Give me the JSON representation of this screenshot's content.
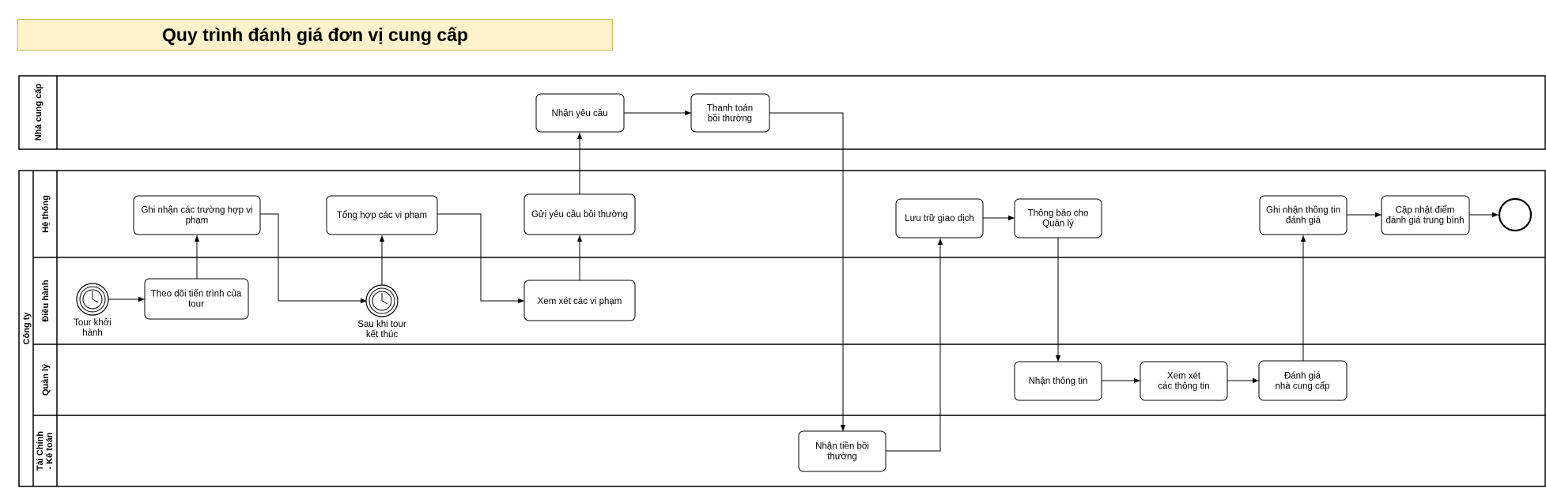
{
  "title": "Quy trình đánh giá đơn vị cung cấp",
  "pools": {
    "supplier": {
      "label": "Nhà cung cấp"
    },
    "company": {
      "label": "Công ty"
    }
  },
  "lanes": {
    "system": "Hệ thống",
    "operation": "Điều hành",
    "manager": "Quản lý",
    "finance": "Tài Chính - Kế toán"
  },
  "nodes": {
    "receive_request": [
      "Nhận yêu cầu"
    ],
    "pay_compensation": [
      "Thanh toán",
      "bồi thường"
    ],
    "record_violations": [
      "Ghi nhận các trường hợp vi",
      "phạm"
    ],
    "summarize_violations": [
      "Tổng hợp các vi phạm"
    ],
    "send_request": [
      "Gửi yêu cầu bồi thường"
    ],
    "store_transaction": [
      "Lưu trữ giao dịch"
    ],
    "notify_manager": [
      "Thông báo cho",
      "Quản lý"
    ],
    "record_rating": [
      "Ghi nhận thông tin",
      "đánh giá"
    ],
    "update_score": [
      "Cập nhật điểm",
      "đánh giá trung bình"
    ],
    "track_progress": [
      "Theo dõi tiến trình của",
      "tour"
    ],
    "review_violations": [
      "Xem xét các vi phạm"
    ],
    "receive_info": [
      "Nhận thông tin"
    ],
    "review_info": [
      "Xem xét",
      "các thông tin"
    ],
    "rate_supplier": [
      "Đánh giá",
      "nhà cung cấp"
    ],
    "receive_compensation": [
      "Nhận tiền bồi",
      "thường"
    ]
  },
  "events": {
    "tour_start": [
      "Tour khởi",
      "hành"
    ],
    "tour_end": [
      "Sau khi tour",
      "kết thúc"
    ]
  }
}
